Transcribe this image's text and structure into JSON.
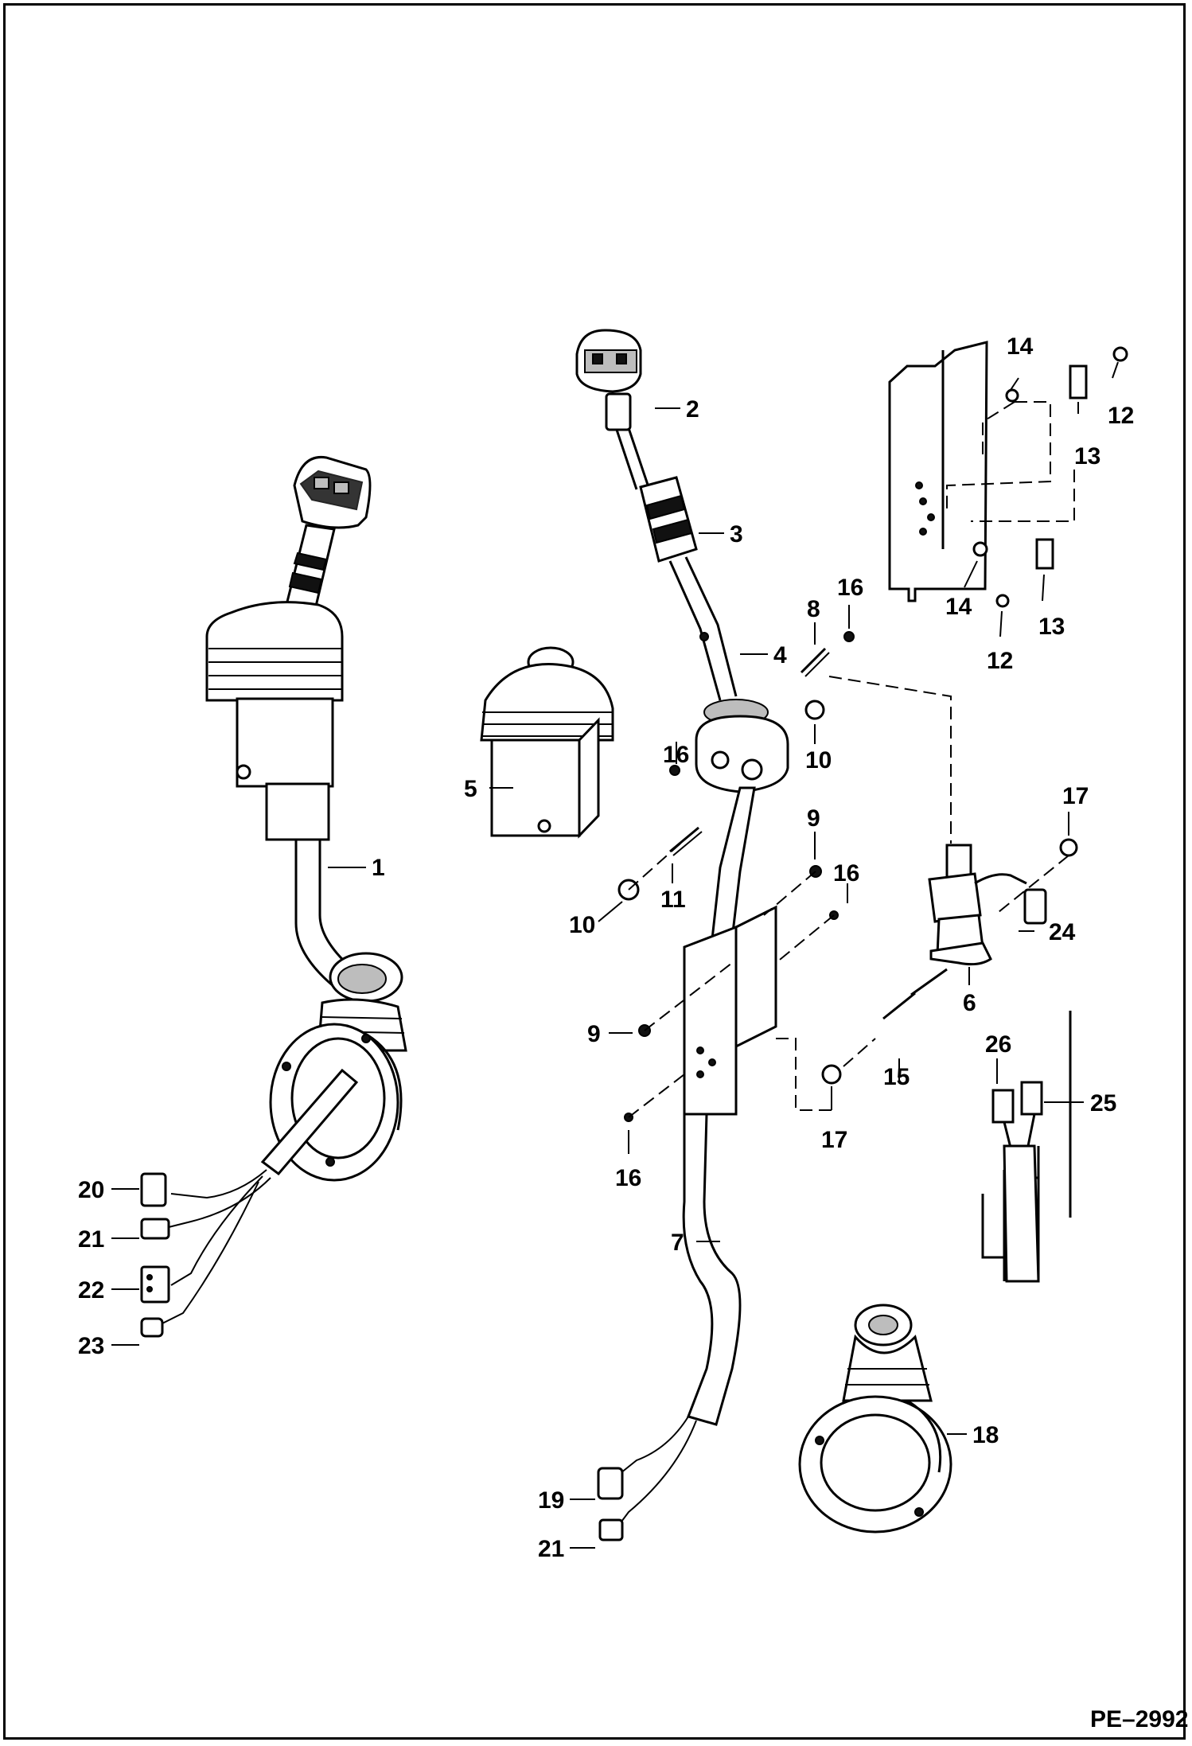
{
  "diagram": {
    "document_id": "PE–2992",
    "callouts": [
      {
        "id": "c1",
        "label": "1"
      },
      {
        "id": "c2",
        "label": "2"
      },
      {
        "id": "c3",
        "label": "3"
      },
      {
        "id": "c4",
        "label": "4"
      },
      {
        "id": "c5",
        "label": "5"
      },
      {
        "id": "c6",
        "label": "6"
      },
      {
        "id": "c7",
        "label": "7"
      },
      {
        "id": "c8",
        "label": "8"
      },
      {
        "id": "c9a",
        "label": "9"
      },
      {
        "id": "c9b",
        "label": "9"
      },
      {
        "id": "c10a",
        "label": "10"
      },
      {
        "id": "c10b",
        "label": "10"
      },
      {
        "id": "c11",
        "label": "11"
      },
      {
        "id": "c12a",
        "label": "12"
      },
      {
        "id": "c12b",
        "label": "12"
      },
      {
        "id": "c13a",
        "label": "13"
      },
      {
        "id": "c13b",
        "label": "13"
      },
      {
        "id": "c14a",
        "label": "14"
      },
      {
        "id": "c14b",
        "label": "14"
      },
      {
        "id": "c15",
        "label": "15"
      },
      {
        "id": "c16a",
        "label": "16"
      },
      {
        "id": "c16b",
        "label": "16"
      },
      {
        "id": "c16c",
        "label": "16"
      },
      {
        "id": "c16d",
        "label": "16"
      },
      {
        "id": "c17a",
        "label": "17"
      },
      {
        "id": "c17b",
        "label": "17"
      },
      {
        "id": "c18",
        "label": "18"
      },
      {
        "id": "c19",
        "label": "19"
      },
      {
        "id": "c20",
        "label": "20"
      },
      {
        "id": "c21a",
        "label": "21"
      },
      {
        "id": "c21b",
        "label": "21"
      },
      {
        "id": "c22",
        "label": "22"
      },
      {
        "id": "c23",
        "label": "23"
      },
      {
        "id": "c24",
        "label": "24"
      },
      {
        "id": "c25",
        "label": "25"
      },
      {
        "id": "c26",
        "label": "26"
      }
    ]
  }
}
